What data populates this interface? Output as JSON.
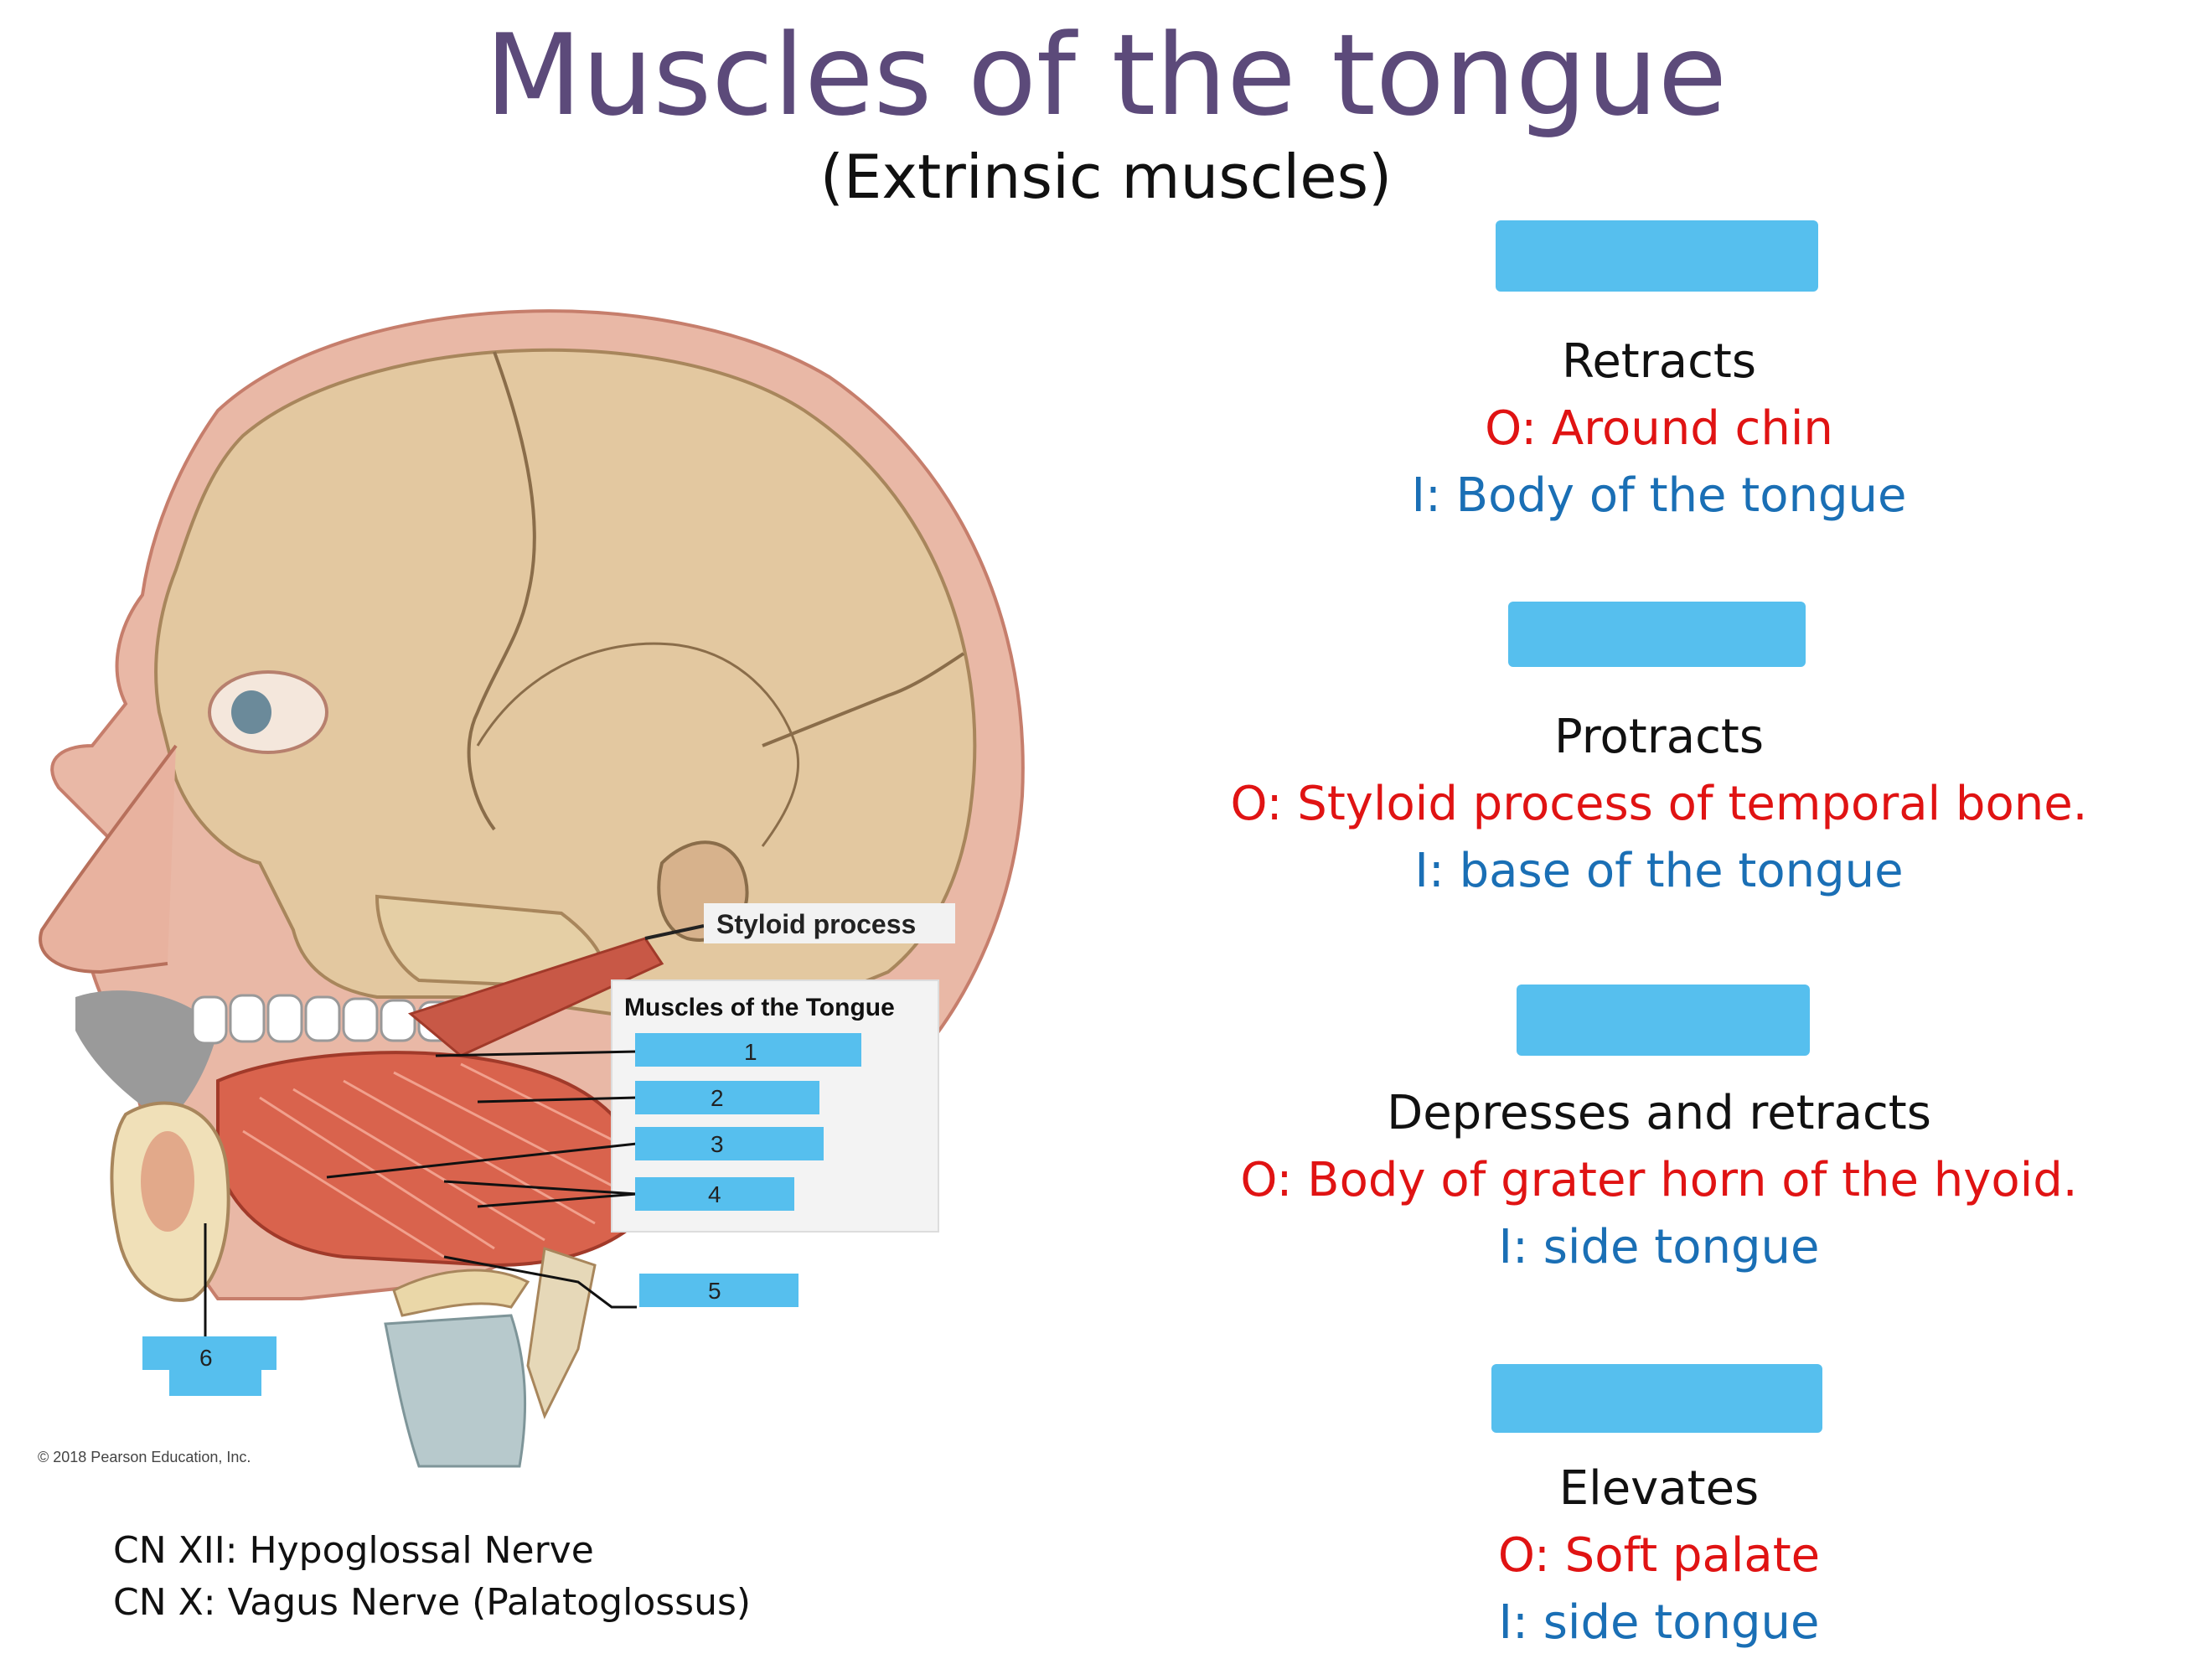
{
  "title": "Muscles of the tongue",
  "subtitle": "(Extrinsic muscles)",
  "figure": {
    "styloid_label": "Styloid process",
    "inset_title": "Muscles of the Tongue",
    "copyright": "© 2018 Pearson Education, Inc.",
    "markers": [
      "1",
      "2",
      "3",
      "4",
      "5",
      "6"
    ],
    "highlight_color": "#56bfee"
  },
  "muscles": [
    {
      "action": "Retracts",
      "origin": "O: Around chin",
      "insertion": "I: Body of the tongue"
    },
    {
      "action": "Protracts",
      "origin": "O: Styloid process of temporal bone.",
      "insertion": "I: base of the tongue"
    },
    {
      "action": "Depresses  and retracts",
      "origin": "O: Body of grater horn of the hyoid.",
      "insertion": "I: side tongue"
    },
    {
      "action": "Elevates",
      "origin": "O: Soft palate",
      "insertion": "I: side tongue"
    }
  ],
  "nerves": {
    "line1": "CN XII: Hypoglossal Nerve",
    "line2": "CN X: Vagus Nerve  (Palatoglossus)"
  },
  "colors": {
    "title": "#5c4a7a",
    "origin": "#e01313",
    "insertion": "#1a6fb5",
    "highlight": "#56bfee"
  }
}
